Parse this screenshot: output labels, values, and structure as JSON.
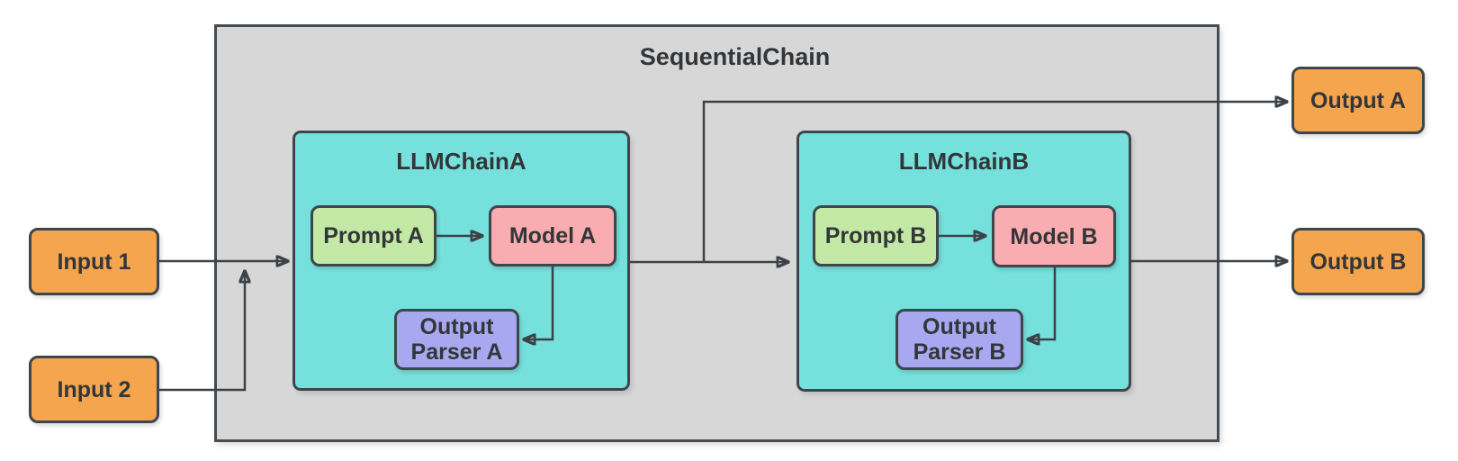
{
  "container_title": "SequentialChain",
  "chains": [
    {
      "title": "LLMChainA",
      "prompt_label": "Prompt A",
      "model_label": "Model A",
      "parser_label": "Output Parser A"
    },
    {
      "title": "LLMChainB",
      "prompt_label": "Prompt B",
      "model_label": "Model B",
      "parser_label": "Output Parser B"
    }
  ],
  "inputs": [
    {
      "label": "Input 1"
    },
    {
      "label": "Input 2"
    }
  ],
  "outputs": [
    {
      "label": "Output A"
    },
    {
      "label": "Output B"
    }
  ],
  "edges": [
    {
      "from": "Input 1",
      "to": "LLMChainA"
    },
    {
      "from": "Input 2",
      "to": "LLMChainA"
    },
    {
      "from": "Prompt A",
      "to": "Model A"
    },
    {
      "from": "Model A",
      "to": "Output Parser A"
    },
    {
      "from": "LLMChainA",
      "to": "LLMChainB"
    },
    {
      "from": "LLMChainA",
      "to": "Output A"
    },
    {
      "from": "Prompt B",
      "to": "Model B"
    },
    {
      "from": "Model B",
      "to": "Output Parser B"
    },
    {
      "from": "LLMChainB",
      "to": "Output B"
    }
  ],
  "colors": {
    "canvas_bg": "#ffffff",
    "container_fill": "#d7d7d7",
    "container_border": "#454c52",
    "chain_fill": "#76e1dc",
    "prompt_fill": "#c4e8a6",
    "model_fill": "#faadb1",
    "parser_fill": "#a7a8f0",
    "io_fill": "#f5a54e",
    "node_border": "#3f464b",
    "arrow": "#3c4247",
    "text": "#333639"
  }
}
